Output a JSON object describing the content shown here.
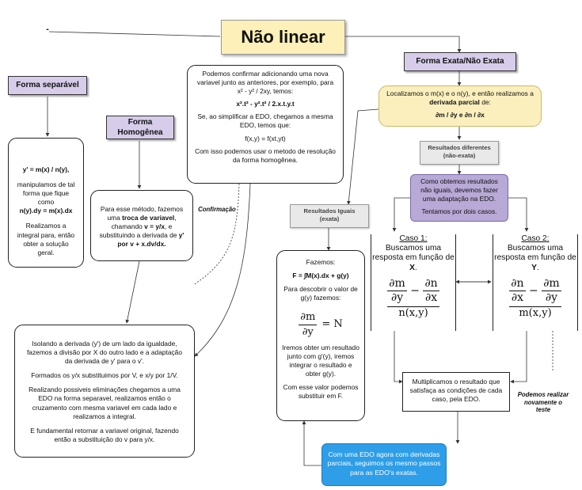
{
  "title": "Não linear",
  "left": {
    "heading": "Forma separável",
    "box1": {
      "formula": "y' = m(x) / n(y),",
      "text1": "manipulamos de tal forma que fique como",
      "formula2": "n(y).dy = m(x).dx",
      "text2": "Realizamos a integral para, então obter a solução geral."
    }
  },
  "homogenea": {
    "heading_line1": "Forma",
    "heading_line2": "Homogênea",
    "box": {
      "t1": "Para esse método, fazemos uma",
      "t1b": "troca de variavel",
      "t2": ", chamando",
      "t2b": "v = y/x",
      "t3": ", e substituindo a derivada de",
      "t3b": "y' por v + x.dv/dx."
    }
  },
  "confirm": {
    "p1": "Podemos confirmar adicionando uma nova variavel junto as anteriores, por exemplo, para x² - y² / 2xy, temos:",
    "f1": "x².t² - y².t² / 2.x.t.y.t",
    "p2": "Se, ao simplificar a EDO, chegamos a mesma EDO, temos que:",
    "f2": "f(x,y) = f(xt,yt)",
    "p3": "Com isso podemos usar o metodo de resolução da forma homogênea.",
    "edge_label": "Confirmação"
  },
  "isolando": {
    "p1": "Isolando a derivada (y') de um lado da igualdade, fazemos a divisão por X do outro lado e a adaptação da derivada de y' para o v'.",
    "p2": "Formados os y/x substituimos por V, e x/y por 1/V.",
    "p3": "Realizando possiveis eliminações chegamos a uma EDO na forma separavel, realizamos então o cruzamento com mesma variavel em cada lado e realizamos a integral.",
    "p4": "E fundamental retornar a variavel original, fazendo então a substituição do v para y/x."
  },
  "exata": {
    "heading": "Forma Exata/Não Exata",
    "yellow": {
      "t1": "Localizamos o m(x) e o n(y), e então realizamos a",
      "t1b": "derivada parcial",
      "t2": "de:",
      "formula": "∂m / ∂y e ∂n / ∂x"
    },
    "diff_label_line1": "Resultados diferentes",
    "diff_label_line2": "(não-exata)",
    "purple_box": {
      "p1": "Como obtemos resultados não iguais, devemos fazer uma adaptação na EDO.",
      "p2": "Tentamos por dois casos."
    },
    "equal_label_line1": "Resultados Iguais",
    "equal_label_line2": "(exata)",
    "fazemos": {
      "p1": "Fazemos:",
      "f1": "F = ∫M(x).dx + g(y)",
      "p2": "Para descobrir o valor de g(y) fazemos:",
      "eq_num": "∂m",
      "eq_den": "∂y",
      "eq_rhs": "=  N",
      "p3": "Iremos obter um resultado junto com g'(y), iremos integrar o resultado e obter g(y).",
      "p4": "Com esse valor podemos substituir em F."
    },
    "case1": {
      "title": "Caso 1:",
      "t1": "Buscamos uma resposta em função de",
      "var": "X",
      "dot": ".",
      "a_num": "∂m",
      "a_den": "∂y",
      "minus": "−",
      "b_num": "∂n",
      "b_den": "∂x",
      "denom": "n(x,y)"
    },
    "case2": {
      "title": "Caso 2:",
      "t1": "Buscamos uma resposta em função de",
      "var": "Y",
      "dot": ".",
      "a_num": "∂n",
      "a_den": "∂x",
      "minus": "−",
      "b_num": "∂m",
      "b_den": "∂y",
      "denom": "m(x,y)"
    },
    "multiply": "Multiplicamos o resultado que satisfaça as condições de cada caso, pela EDO.",
    "note_line1": "Podemos realizar",
    "note_line2": "novamente o",
    "note_line3": "teste",
    "blue_box": "Com uma EDO agora com derivadas parciais, seguimos os mesmo passos para as EDO's exatas."
  },
  "colors": {
    "title_bg": "#fdf0b8",
    "purple": "#d7cdea",
    "purple_box": "#b8a9d6",
    "yellow": "#fbefbd",
    "blue": "#2e9ee8"
  }
}
